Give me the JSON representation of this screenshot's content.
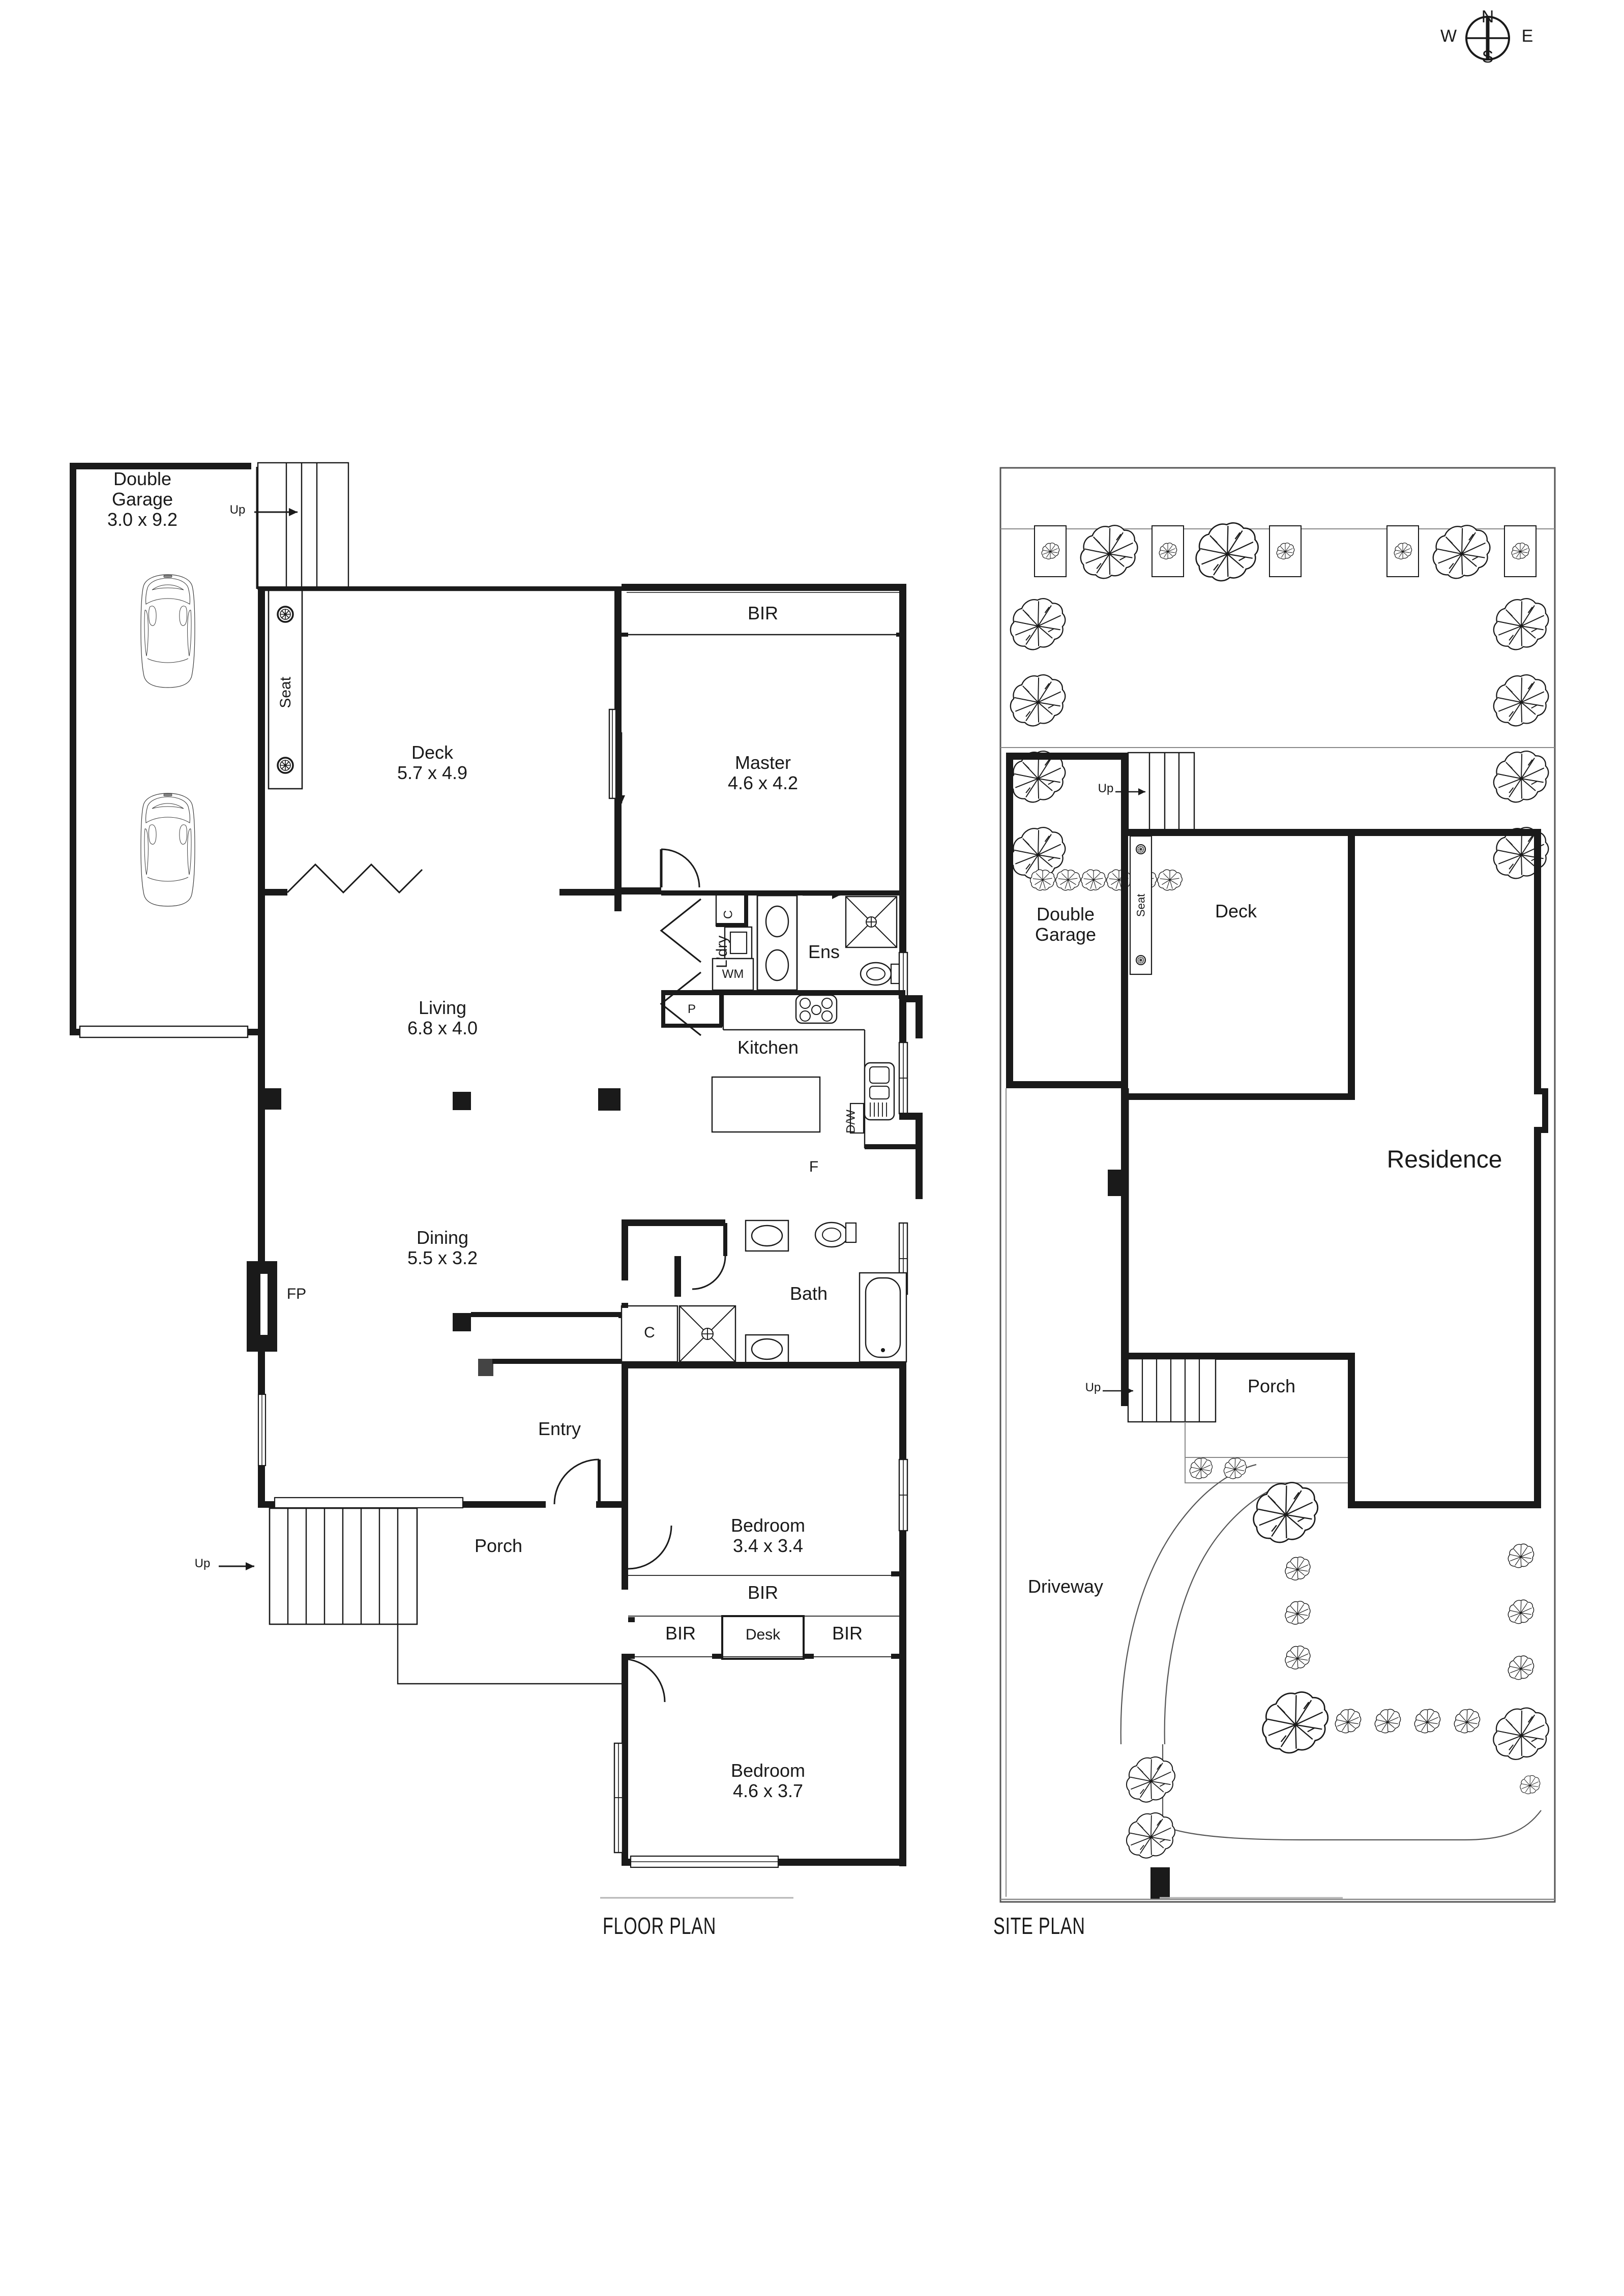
{
  "document": {
    "type": "architectural-floor-plan",
    "sheet_background": "#ffffff",
    "ink_color": "#1a1a1a"
  },
  "compass": {
    "name": "compass-rose",
    "north": "N",
    "east": "E",
    "south": "S",
    "west": "W"
  },
  "titles": {
    "floor_plan": "FLOOR PLAN",
    "site_plan": "SITE PLAN"
  },
  "floor_plan": {
    "rooms": [
      {
        "key": "garage",
        "name": "Double\nGarage",
        "line1": "Double",
        "line2": "Garage",
        "dims": "3.0 x 9.2"
      },
      {
        "key": "deck",
        "name": "Deck",
        "line1": "Deck",
        "dims": "5.7 x 4.9"
      },
      {
        "key": "master",
        "name": "Master",
        "line1": "Master",
        "dims": "4.6 x 4.2"
      },
      {
        "key": "living",
        "name": "Living",
        "line1": "Living",
        "dims": "6.8 x 4.0"
      },
      {
        "key": "dining",
        "name": "Dining",
        "line1": "Dining",
        "dims": "5.5 x 3.2"
      },
      {
        "key": "bedroom2",
        "name": "Bedroom",
        "line1": "Bedroom",
        "dims": "3.4 x 3.4"
      },
      {
        "key": "bedroom3",
        "name": "Bedroom",
        "line1": "Bedroom",
        "dims": "4.6 x 3.7"
      }
    ],
    "unlabelled_rooms": [
      {
        "key": "kitchen",
        "label": "Kitchen"
      },
      {
        "key": "bath",
        "label": "Bath"
      },
      {
        "key": "ens",
        "label": "Ens"
      },
      {
        "key": "laundry",
        "label": "L'dry"
      },
      {
        "key": "entry",
        "label": "Entry"
      },
      {
        "key": "porch",
        "label": "Porch"
      }
    ],
    "annotations": {
      "seat": "Seat",
      "bir_master": "BIR",
      "bir_bed_top": "BIR",
      "bir_left": "BIR",
      "desk": "Desk",
      "bir_right": "BIR",
      "pantry": "P",
      "washing_machine": "WM",
      "cupboard_laundry": "C",
      "cupboard_bath": "C",
      "dishwasher": "D/W",
      "fridge": "F",
      "fireplace": "FP",
      "stairs_up_garage": "Up",
      "stairs_up_porch": "Up"
    }
  },
  "site_plan": {
    "labels": {
      "residence": "Residence",
      "double_garage_l1": "Double",
      "double_garage_l2": "Garage",
      "deck": "Deck",
      "seat": "Seat",
      "porch": "Porch",
      "driveway": "Driveway",
      "stairs_up_rear": "Up",
      "stairs_up_front": "Up"
    }
  }
}
